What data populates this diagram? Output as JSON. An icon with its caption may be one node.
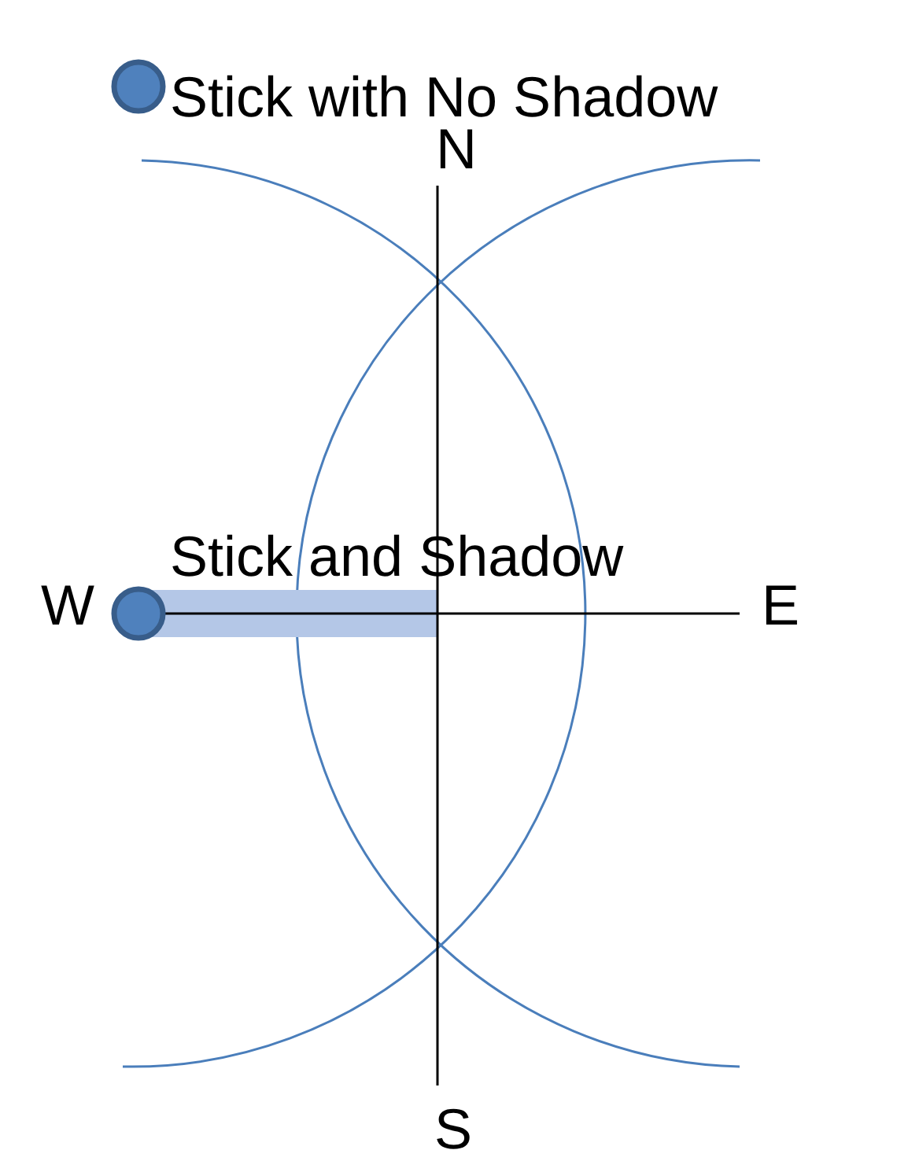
{
  "diagram": {
    "nodes": [
      {
        "text": [],
        "shape": "circle",
        "beside": [
          "Stick with No Shadow"
        ]
      },
      {
        "text": [],
        "shape": "circle",
        "beside": [
          "Stick and Shadow"
        ]
      }
    ],
    "labels": [
      "N",
      "W",
      "E",
      "S"
    ]
  }
}
